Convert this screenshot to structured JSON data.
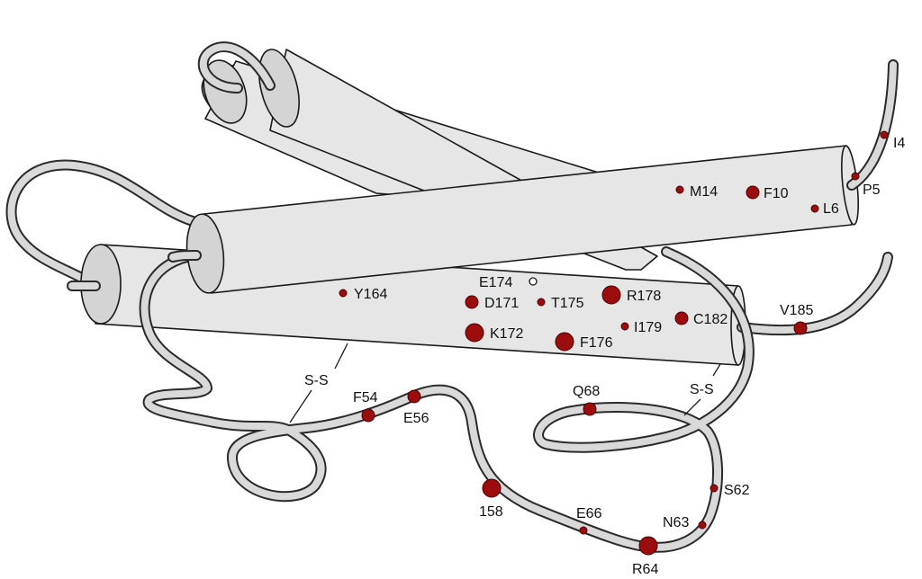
{
  "colors": {
    "residue_fill": "#9b0d0d",
    "residue_stroke": "#4a0000",
    "open_residue_fill": "#ffffff",
    "helix_fill": "#e6e6e6",
    "tube_fill": "#d9d9d9",
    "outline": "#1a1a1a"
  },
  "bond_labels": [
    "S-S",
    "S-S"
  ],
  "residues": [
    {
      "label": "I4",
      "size": "small",
      "filled": true
    },
    {
      "label": "P5",
      "size": "small",
      "filled": true
    },
    {
      "label": "L6",
      "size": "small",
      "filled": true
    },
    {
      "label": "F10",
      "size": "medium",
      "filled": true
    },
    {
      "label": "M14",
      "size": "small",
      "filled": true
    },
    {
      "label": "E174",
      "size": "small",
      "filled": false
    },
    {
      "label": "Y164",
      "size": "small",
      "filled": true
    },
    {
      "label": "D171",
      "size": "medium",
      "filled": true
    },
    {
      "label": "T175",
      "size": "small",
      "filled": true
    },
    {
      "label": "R178",
      "size": "large",
      "filled": true
    },
    {
      "label": "K172",
      "size": "large",
      "filled": true
    },
    {
      "label": "F176",
      "size": "large",
      "filled": true
    },
    {
      "label": "I179",
      "size": "small",
      "filled": true
    },
    {
      "label": "C182",
      "size": "medium",
      "filled": true
    },
    {
      "label": "V185",
      "size": "medium",
      "filled": true
    },
    {
      "label": "F54",
      "size": "medium",
      "filled": true
    },
    {
      "label": "E56",
      "size": "medium",
      "filled": true
    },
    {
      "label": "Q68",
      "size": "medium",
      "filled": true
    },
    {
      "label": "158",
      "size": "large",
      "filled": true
    },
    {
      "label": "E66",
      "size": "small",
      "filled": true
    },
    {
      "label": "S62",
      "size": "small",
      "filled": true
    },
    {
      "label": "N63",
      "size": "small",
      "filled": true
    },
    {
      "label": "R64",
      "size": "large",
      "filled": true
    }
  ]
}
